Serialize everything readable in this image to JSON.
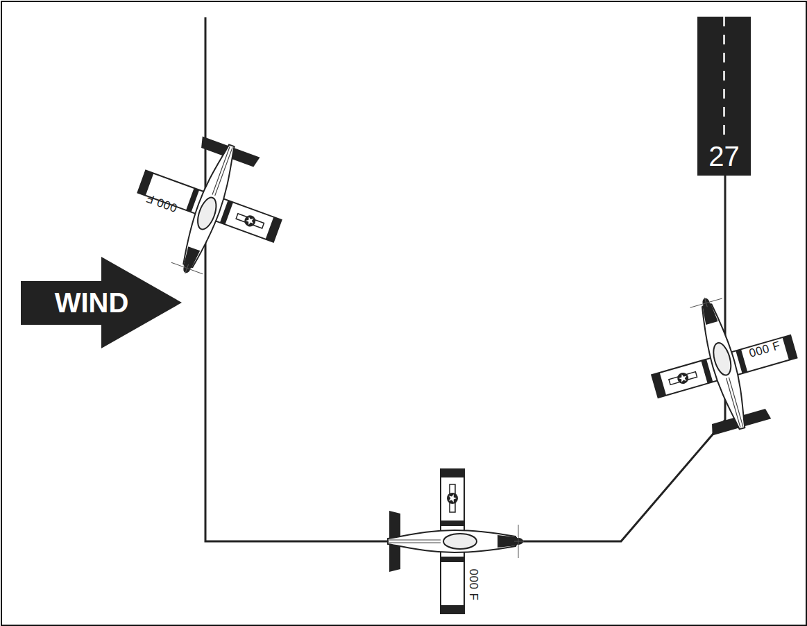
{
  "diagram": {
    "nodes": [
      {
        "text": [
          "WIND"
        ]
      },
      {
        "text": [
          "27"
        ]
      }
    ],
    "labels": [
      "000 F",
      "000 F",
      "000 F"
    ]
  }
}
